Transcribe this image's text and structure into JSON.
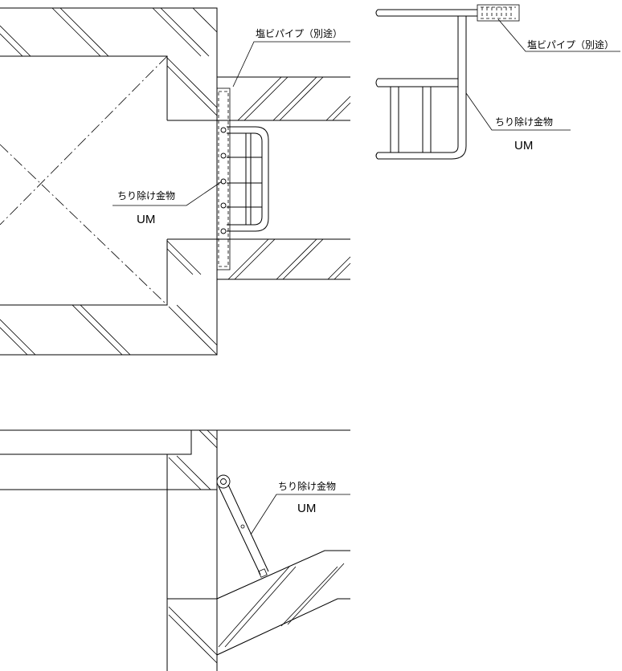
{
  "labels": {
    "pvc_pipe_top": "塩ビパイプ（別途）",
    "pvc_pipe_side": "塩ビパイプ（別途）",
    "debris_plan": "ちり除け金物",
    "debris_plan_code": "UM",
    "debris_side": "ちり除け金物",
    "debris_side_code": "UM",
    "debris_section": "ちり除け金物",
    "debris_section_code": "UM"
  },
  "colors": {
    "line": "#000000",
    "background": "#ffffff"
  }
}
